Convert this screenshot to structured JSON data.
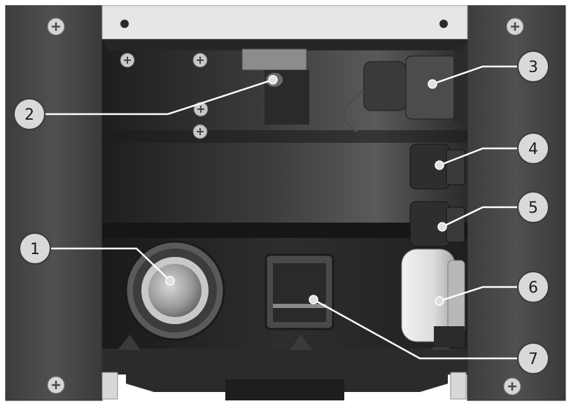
{
  "callouts": [
    {
      "id": "1",
      "label": "1"
    },
    {
      "id": "2",
      "label": "2"
    },
    {
      "id": "3",
      "label": "3"
    },
    {
      "id": "4",
      "label": "4"
    },
    {
      "id": "5",
      "label": "5"
    },
    {
      "id": "6",
      "label": "6"
    },
    {
      "id": "7",
      "label": "7"
    }
  ],
  "colors": {
    "panel": "#4a4a4a",
    "housing": "#2f2f2f",
    "highlight": "#8a8a8a",
    "callout_fill": "#d9d9d9",
    "line": "#ffffff"
  }
}
